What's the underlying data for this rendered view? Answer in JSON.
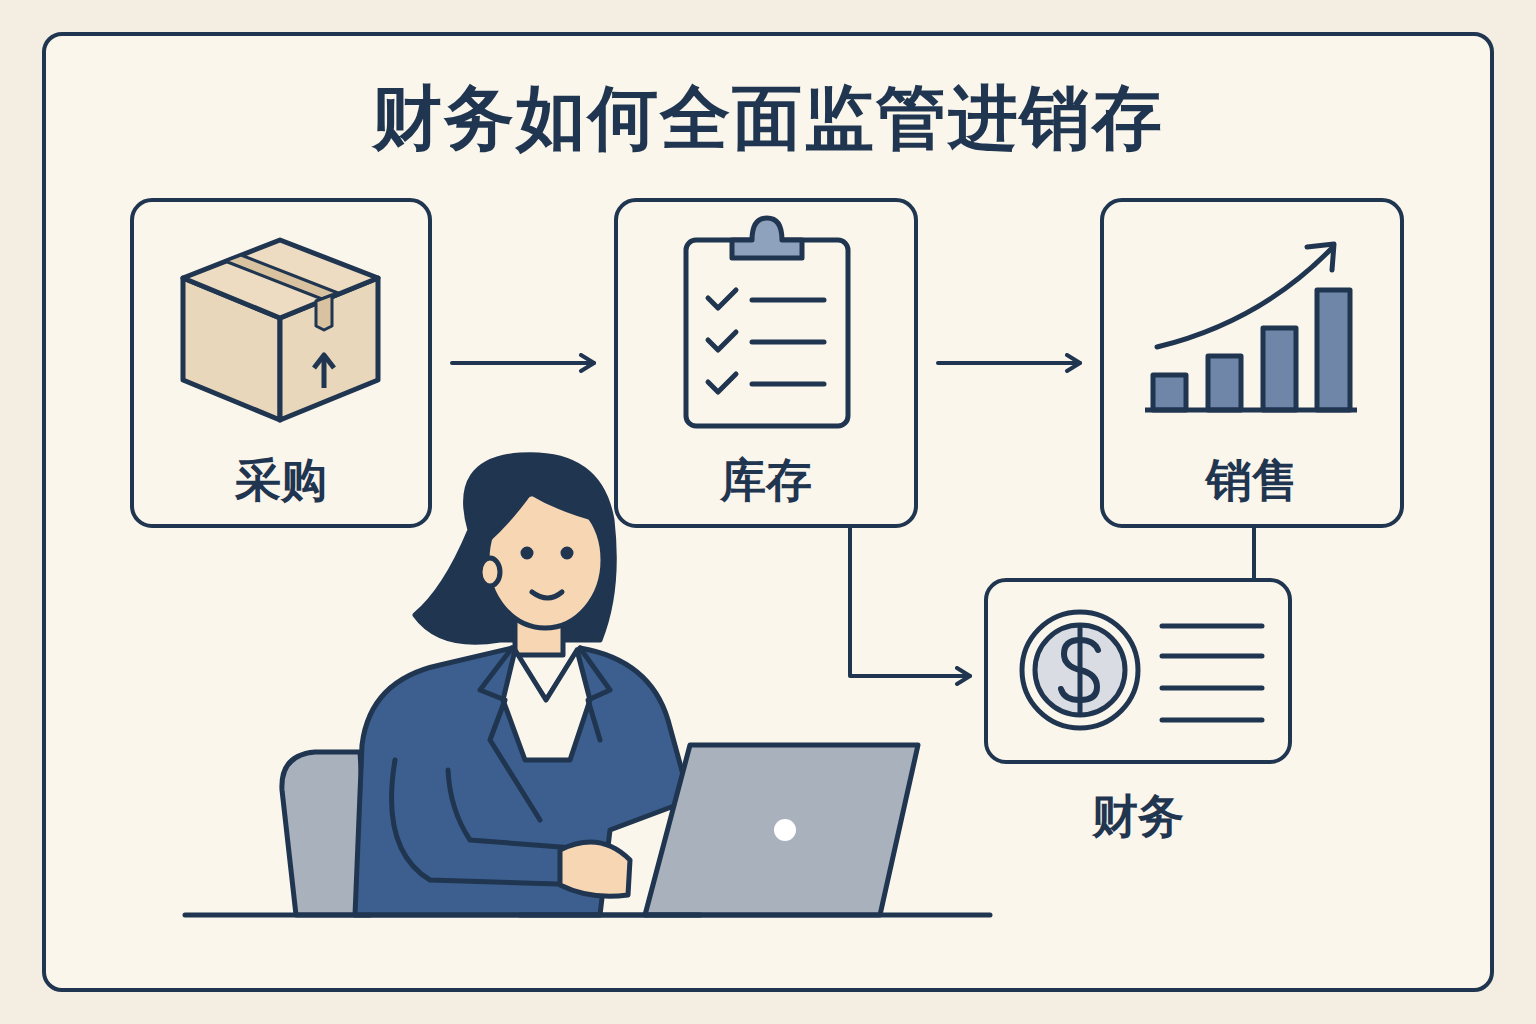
{
  "diagram": {
    "title": "财务如何全面监管进销存",
    "nodes": [
      {
        "text": [
          "采购"
        ]
      },
      {
        "text": [
          "库存"
        ]
      },
      {
        "text": [
          "销售"
        ]
      },
      {
        "text": [
          "财务"
        ]
      }
    ],
    "edges": [
      {
        "from": 0,
        "to": 1,
        "arrow": "to"
      },
      {
        "from": 1,
        "to": 2,
        "arrow": "to"
      },
      {
        "from": 1,
        "to": 3,
        "arrow": "to"
      },
      {
        "from": 2,
        "to": 3,
        "arrow": "none"
      }
    ]
  }
}
